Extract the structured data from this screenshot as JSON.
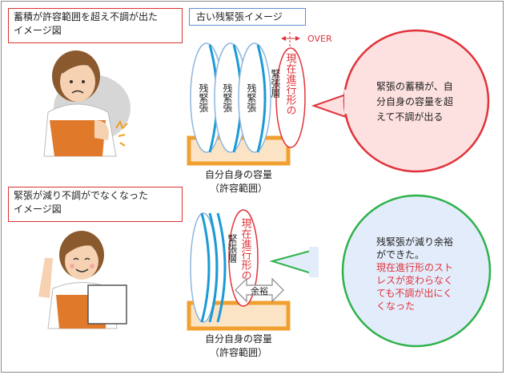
{
  "top": {
    "label_line1": "蓄積が許容範囲を超え不調が出た",
    "label_line2": "イメージ図",
    "title": "古い残緊張イメージ",
    "over": "OVER",
    "plates": [
      "残緊張",
      "残緊張",
      "残緊張"
    ],
    "current_a": "緊張層",
    "current_b": "現在進行形の",
    "bubble": [
      "緊張の蓄積が、自",
      "分自身の容量を超",
      "えて不調が出る"
    ],
    "capacity_line1": "自分自身の容量",
    "capacity_line2": "（許容範囲）"
  },
  "bottom": {
    "label_line1": "緊張が減り不調がでなくなった",
    "label_line2": "イメージ図",
    "current_a": "緊張層",
    "current_b": "現在進行形の",
    "margin": "余裕",
    "bubble_black": [
      "残緊張が減り余裕",
      "ができた。"
    ],
    "bubble_red": [
      "現在進行形のスト",
      "レスが変わらなく",
      "ても不調が出にく",
      "くなった"
    ],
    "capacity_line1": "自分自身の容量",
    "capacity_line2": "（許容範囲）"
  },
  "colors": {
    "label_border": "#d9332e",
    "title_border": "#5b8fd0",
    "top_bubble_fill": "#fde0e0",
    "top_bubble_stroke": "#e0333a",
    "bottom_bubble_fill": "#e3ecfa",
    "bottom_bubble_stroke": "#2db24a",
    "plate_blue": "#1a9ad6",
    "dish_orange": "#f0a030",
    "text_red": "#e0333a"
  }
}
